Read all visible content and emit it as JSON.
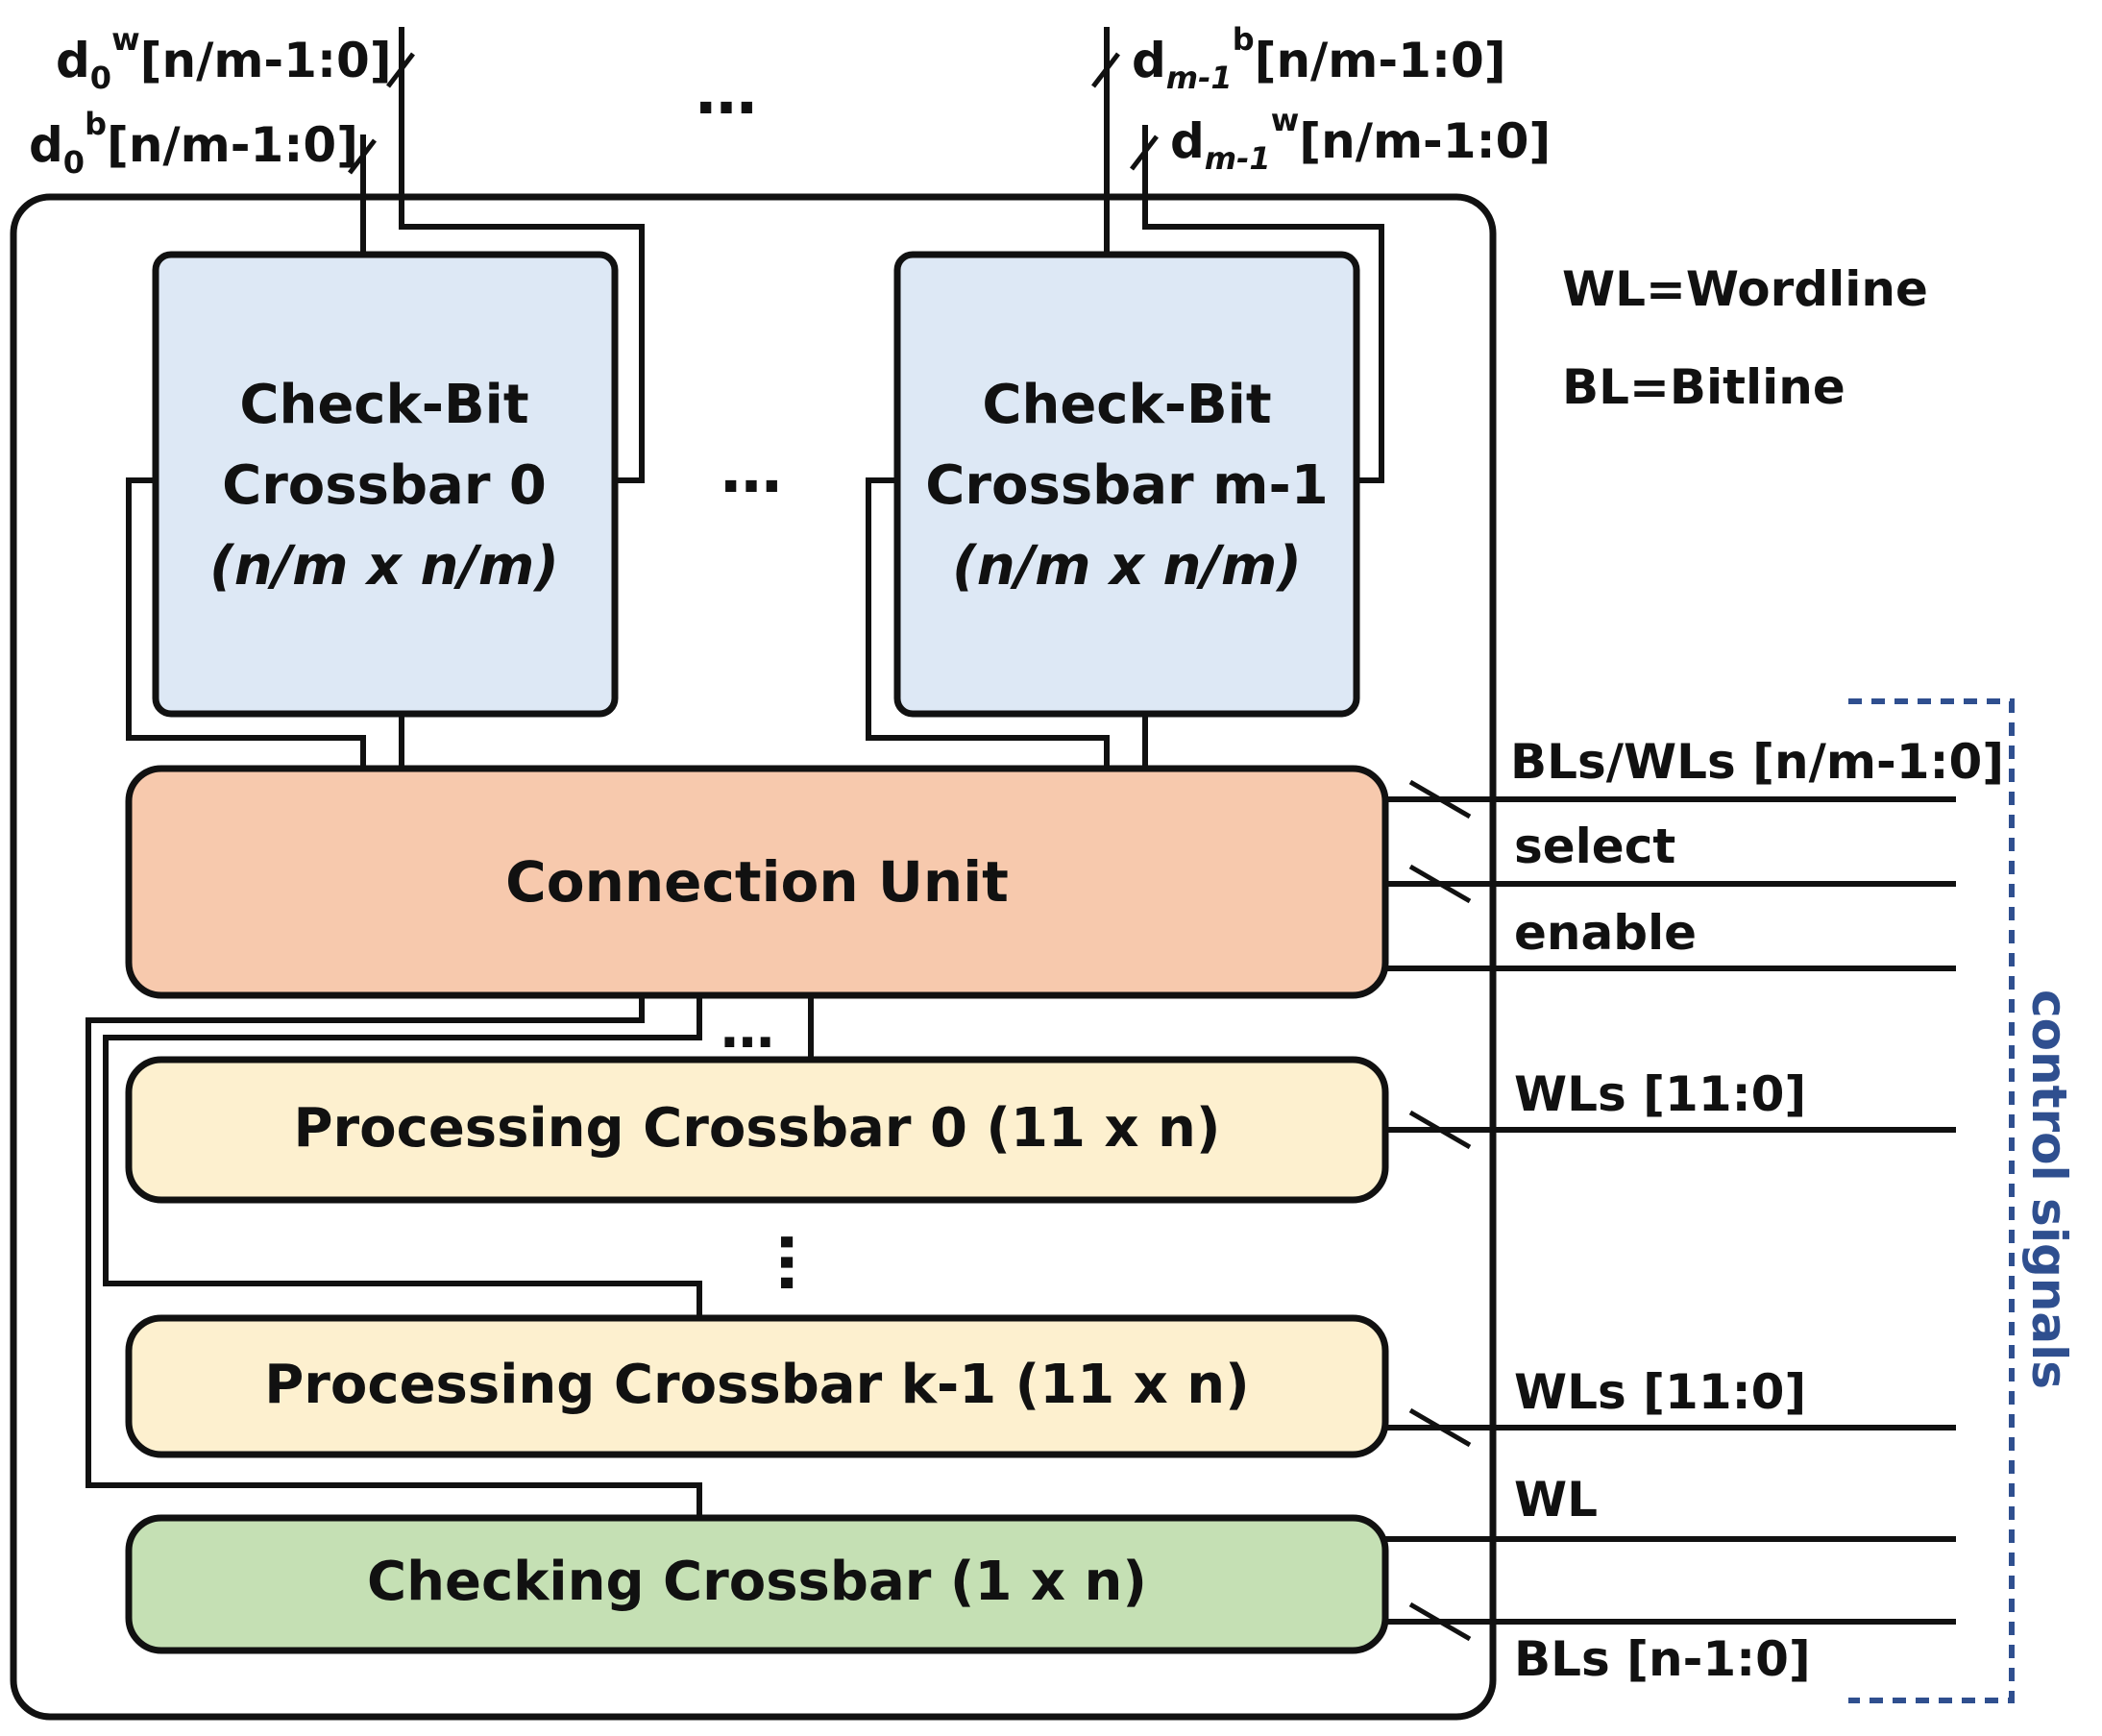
{
  "legend": {
    "wl": "WL=Wordline",
    "bl": "BL=Bitline"
  },
  "top_ports": {
    "d0w": {
      "base": "d",
      "sub": "0",
      "sup": "w",
      "range": "[n/m-1:0]"
    },
    "d0b": {
      "base": "d",
      "sub": "0",
      "sup": "b",
      "range": "[n/m-1:0]"
    },
    "dm1b": {
      "base": "d",
      "sub": "m-1",
      "sup": "b",
      "range": "[n/m-1:0]"
    },
    "dm1w": {
      "base": "d",
      "sub": "m-1",
      "sup": "w",
      "range": "[n/m-1:0]"
    }
  },
  "blocks": {
    "checkbit0": {
      "line1": "Check-Bit",
      "line2": "Crossbar 0",
      "line3": "(n/m x n/m)",
      "fill": "#dde8f5"
    },
    "checkbitm1": {
      "line1": "Check-Bit",
      "line2": "Crossbar m-1",
      "line3": "(n/m x n/m)",
      "fill": "#dde8f5"
    },
    "connection_unit": {
      "label": "Connection Unit",
      "fill": "#f7c9ad"
    },
    "processing0": {
      "label": "Processing Crossbar 0 (11 x n)",
      "fill": "#fdf0cf"
    },
    "processingk1": {
      "label": "Processing Crossbar k-1 (11 x n)",
      "fill": "#fdf0cf"
    },
    "checking": {
      "label": "Checking Crossbar (1 x n)",
      "fill": "#c5e0b4"
    }
  },
  "signals": {
    "bls_wls": "BLs/WLs [n/m-1:0]",
    "select": "select",
    "enable": "enable",
    "wls_0": "WLs [11:0]",
    "wls_k1": "WLs [11:0]",
    "wl": "WL",
    "bls": "BLs [n-1:0]"
  },
  "control_label": "control signals",
  "ellipsis": "…",
  "colors": {
    "control": "#2f4f8f",
    "stroke": "#111111"
  }
}
